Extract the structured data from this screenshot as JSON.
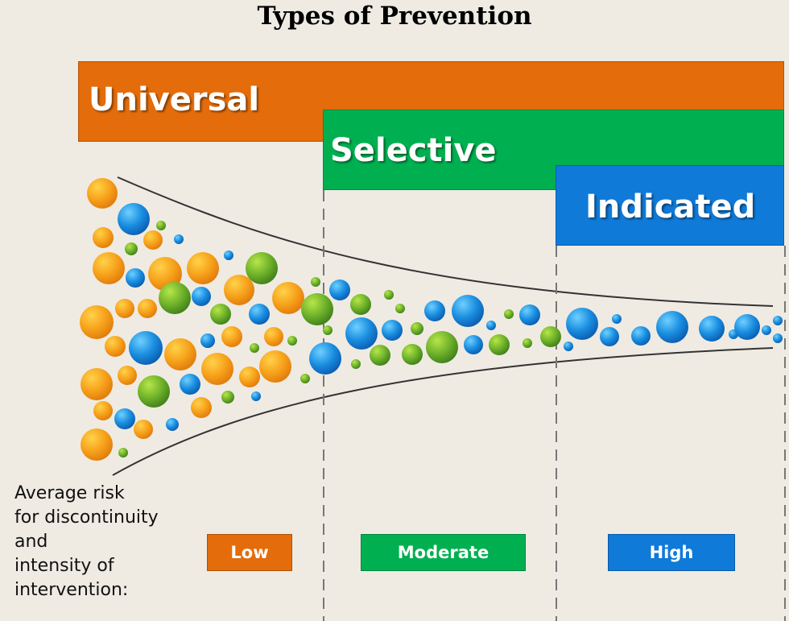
{
  "title": "Types of Prevention",
  "bars": {
    "universal": "Universal",
    "selective": "Selective",
    "indicated": "Indicated"
  },
  "risk_lines": [
    "Average risk",
    "for discontinuity",
    "and",
    "intensity of",
    "intervention:"
  ],
  "levels": {
    "low": "Low",
    "moderate": "Moderate",
    "high": "High"
  },
  "colors": {
    "universal": "#e46c0a",
    "selective": "#00b050",
    "indicated": "#0f7ad8",
    "background": "#efebe3"
  }
}
